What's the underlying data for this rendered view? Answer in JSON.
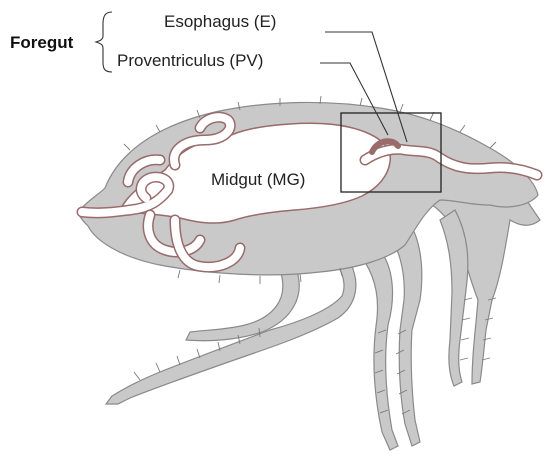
{
  "labels": {
    "foregut": "Foregut",
    "esophagus": "Esophagus (E)",
    "proventriculus": "Proventriculus (PV)",
    "midgut": "Midgut (MG)"
  },
  "colors": {
    "body": "#c9c9c9",
    "outline": "#8a8a8a",
    "gut_wall": "#9a6b6b",
    "gut_lumen": "#ffffff",
    "text": "#222222"
  }
}
